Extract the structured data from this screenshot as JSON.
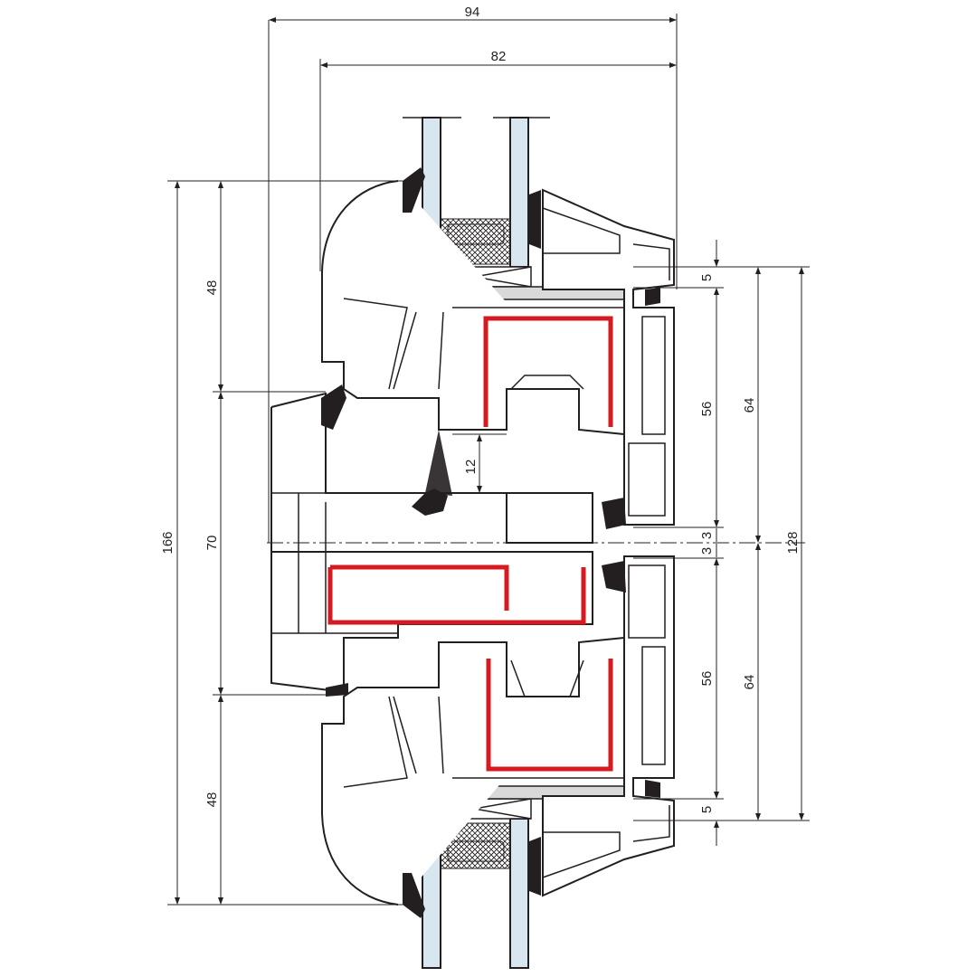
{
  "title": "Window profile cross-section",
  "dimensions": {
    "overall_depth": "94",
    "frame_depth": "82",
    "upper_sash_height": "48",
    "frame_height": "70",
    "lower_sash_height": "48",
    "total_height": "166",
    "rebate_offset_top": "12",
    "glazing_gap_top": "5",
    "glass_rebate_top": "56",
    "sash_top": "64",
    "overall_sash": "128",
    "gap_upper": "3",
    "gap_lower": "3",
    "glass_rebate_bottom": "56",
    "sash_bottom": "64",
    "glazing_gap_bottom": "5"
  },
  "colors": {
    "reinforcement": "#d71920",
    "glass": "#d7e6ef",
    "line": "#231f20"
  }
}
